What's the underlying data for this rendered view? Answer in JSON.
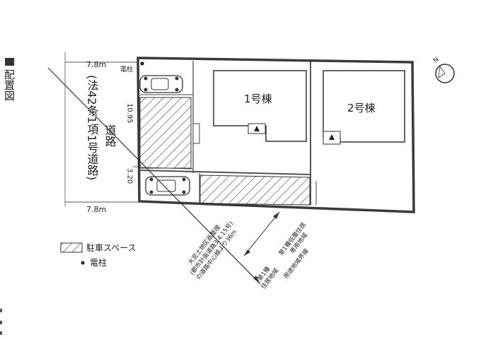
{
  "page_title": "配置図",
  "road": {
    "name": "(法42条1項1号道路)",
    "suffix": "道路",
    "width_top": "7.8m",
    "width_bottom": "7.8m"
  },
  "dims": {
    "frontage_upper": "10.95",
    "frontage_lower": "3.20"
  },
  "pole_label": "電柱",
  "buildings": [
    {
      "label": "1号棟"
    },
    {
      "label": "2号棟"
    }
  ],
  "zone_lines": {
    "line1": "大宮土地区画整理",
    "line2": "(都市計画道路3.4.15号)",
    "line3": "の道路中心線より36m",
    "upper_line1": "第1種低層住居",
    "upper_line2": "専用地域",
    "lower_line1": "第1種",
    "lower_line2": "住居地域",
    "boundary": "用途地域界線"
  },
  "legend": {
    "parking": "駐車スペース",
    "pole": "電柱"
  },
  "compass_label": "N",
  "colors": {
    "ink": "#222222",
    "lot_border": "#3a3a3a",
    "paper": "#ffffff"
  }
}
